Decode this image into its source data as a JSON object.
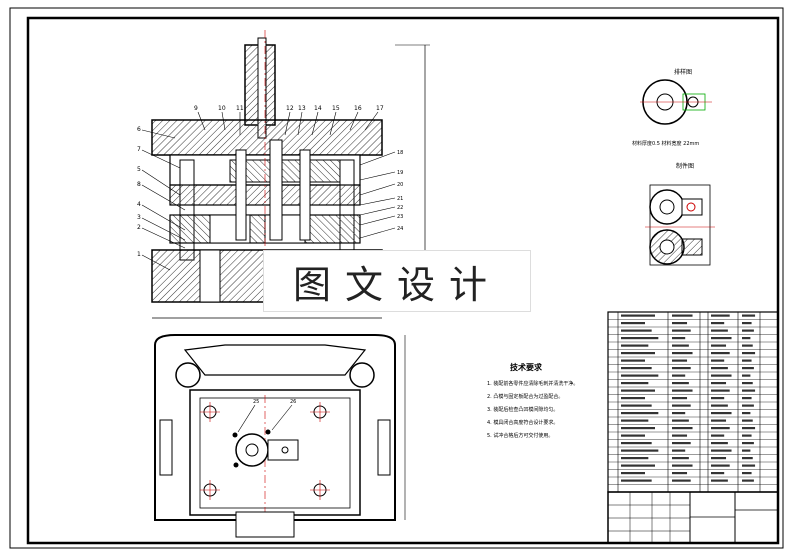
{
  "watermark": "图文设计",
  "callouts_top": [
    "9",
    "10",
    "11",
    "12",
    "13",
    "14",
    "15",
    "16",
    "17"
  ],
  "callouts_left": [
    "6",
    "7",
    "5",
    "8",
    "4",
    "3",
    "2",
    "1"
  ],
  "callouts_right": [
    "18",
    "19",
    "20",
    "21",
    "22",
    "23",
    "24"
  ],
  "plan_callouts": [
    "25",
    "26"
  ],
  "section_label_top": "排样图",
  "section_label_mid": "制件图",
  "note_under_strip": "材料厚度0.5 材料宽度 22mm",
  "tech_title": "技术要求",
  "tech_items": [
    "1. 装配前各零件应清除毛刺并清洗干净。",
    "2. 凸模与固定板配合为过盈配合。",
    "3. 装配后检查凸凹模间隙均匀。",
    "4. 模具闭合高度符合设计要求。",
    "5. 试冲合格后方可交付使用。"
  ],
  "colors": {
    "line": "#000000",
    "hatch": "#333333",
    "dim": "#000000",
    "centerline": "#cc0000",
    "green_dim": "#00aa00"
  }
}
